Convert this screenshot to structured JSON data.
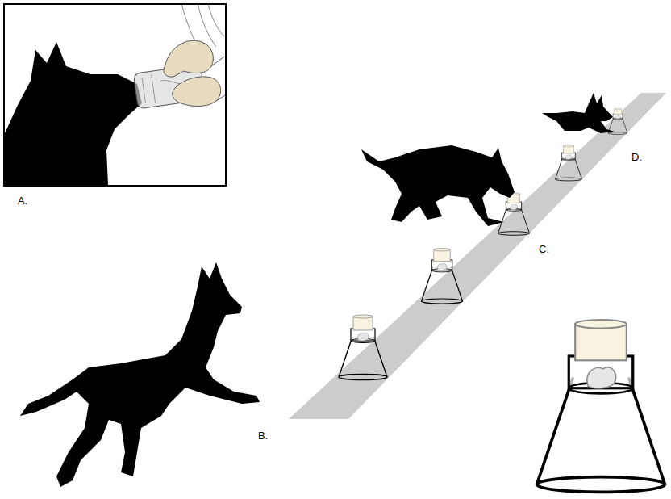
{
  "diagram": {
    "labels": [
      "A.",
      "B.",
      "C.",
      "D."
    ]
  }
}
